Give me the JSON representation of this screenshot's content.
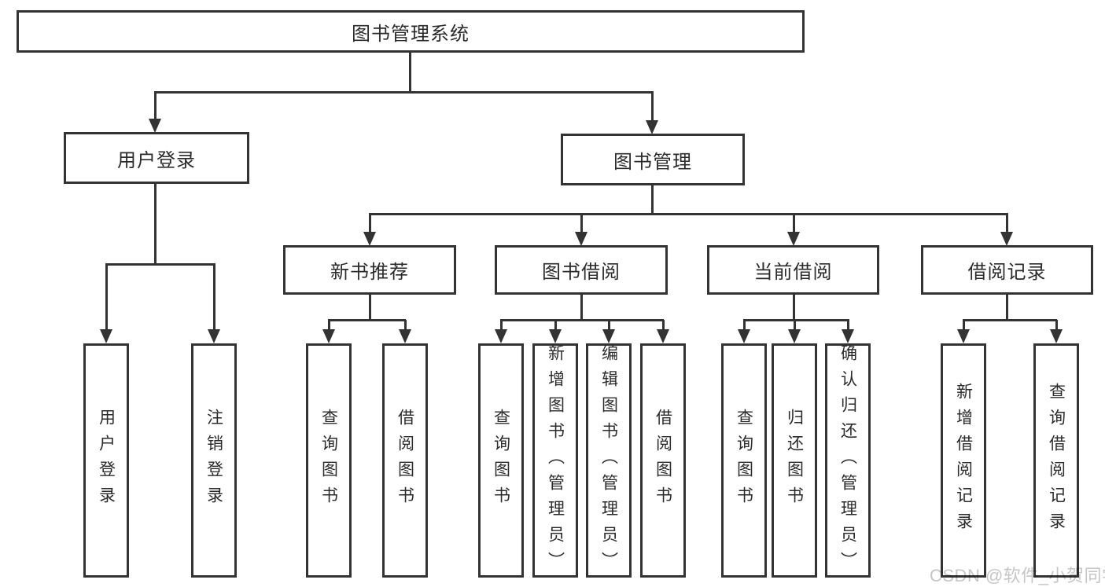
{
  "tree": {
    "root": {
      "label": "图书管理系统"
    },
    "branches": [
      {
        "label": "用户登录",
        "children": [
          {
            "label": "用户登录"
          },
          {
            "label": "注销登录"
          }
        ]
      },
      {
        "label": "图书管理",
        "sections": [
          {
            "label": "新书推荐",
            "children": [
              {
                "label": "查询图书"
              },
              {
                "label": "借阅图书"
              }
            ]
          },
          {
            "label": "图书借阅",
            "children": [
              {
                "label": "查询图书"
              },
              {
                "label": "新增图书（管理员）"
              },
              {
                "label": "编辑图书（管理员）"
              },
              {
                "label": "借阅图书"
              }
            ]
          },
          {
            "label": "当前借阅",
            "children": [
              {
                "label": "查询图书"
              },
              {
                "label": "归还图书"
              },
              {
                "label": "确认归还（管理员）"
              }
            ]
          },
          {
            "label": "借阅记录",
            "children": [
              {
                "label": "新增借阅记录"
              },
              {
                "label": "查询借阅记录"
              }
            ]
          }
        ]
      }
    ]
  },
  "watermark": "CSDN @软件_小贺同学",
  "colors": {
    "line": "#333333",
    "text": "#2b2b2b",
    "watermark": "#c6c6c6",
    "background": "#ffffff"
  }
}
